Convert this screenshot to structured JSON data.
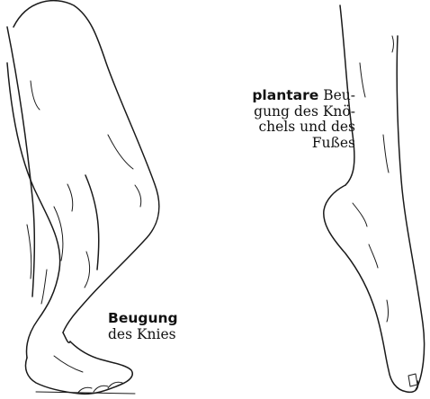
{
  "captions": {
    "knee_flexion": {
      "bold": "Beugung",
      "rest": "des Knies"
    },
    "plantar_flexion": {
      "bold": "plantare",
      "lines": [
        "Beu-",
        "gung des Knö-",
        "chels und des",
        "Fußes"
      ]
    }
  },
  "colors": {
    "ink": "#1a1a1a",
    "background": "#ffffff"
  }
}
